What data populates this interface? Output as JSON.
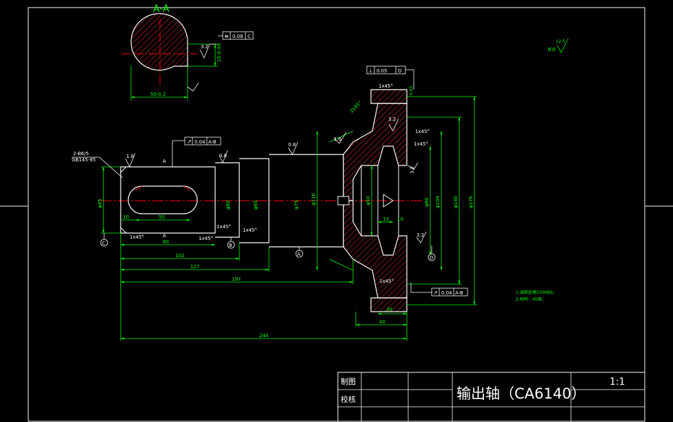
{
  "section": {
    "title": "A-A",
    "width_dim": "50-0.2",
    "depth_dim": "15-0.09",
    "rough": "3.2"
  },
  "tolerances": {
    "sym_key": "0.08",
    "sym_key_datum": "C",
    "perp_top": "0.05",
    "perp_top_datum": "D",
    "runout_shaft": "0.04",
    "runout_shaft_datum": "A-B",
    "runout_gear": "0.04",
    "runout_gear_datum": "A-B"
  },
  "dims": {
    "d1": "102",
    "d2": "127",
    "d3": "197",
    "d4": "244",
    "d5": "80",
    "d6": "50",
    "d7": "10",
    "d8": "40",
    "d9": "30",
    "d10": "13",
    "d11": "10",
    "dia_shaft": "φ45",
    "dia_60": "φ60",
    "dia_65": "φ65",
    "dia_75": "φ75",
    "dia_116": "φ116",
    "dia_50": "φ50",
    "dia_80": "φ80",
    "dia_104": "φ104",
    "dia_140": "φ140",
    "dia_176": "φ176",
    "chamfer": "1x45°",
    "spline": "2-B6/5",
    "thread": "GB145-85",
    "slope": "2x45°"
  },
  "roughness": {
    "r1": "1.6",
    "r2": "0.8",
    "r3": "3.2",
    "r4": "0.8",
    "r5": "3.2",
    "r6": "1.6",
    "r7": "3.2",
    "r8": "12.5",
    "r9": "3.2"
  },
  "datums": {
    "a": "A",
    "b": "B",
    "c": "C",
    "d": "D"
  },
  "notes": {
    "line1": "1.调质处理230HBS。",
    "line2": "2.材料：45钢。",
    "remaining": "其余"
  },
  "title_block": {
    "drawn_label": "制图",
    "checked_label": "校核",
    "part_name": "输出轴（CA6140）",
    "scale": "1:1"
  },
  "colors": {
    "background": "#000000",
    "outline": "#ffffff",
    "dimension": "#00ff00",
    "centerline": "#ff0000",
    "hatch": "#ff3333"
  }
}
